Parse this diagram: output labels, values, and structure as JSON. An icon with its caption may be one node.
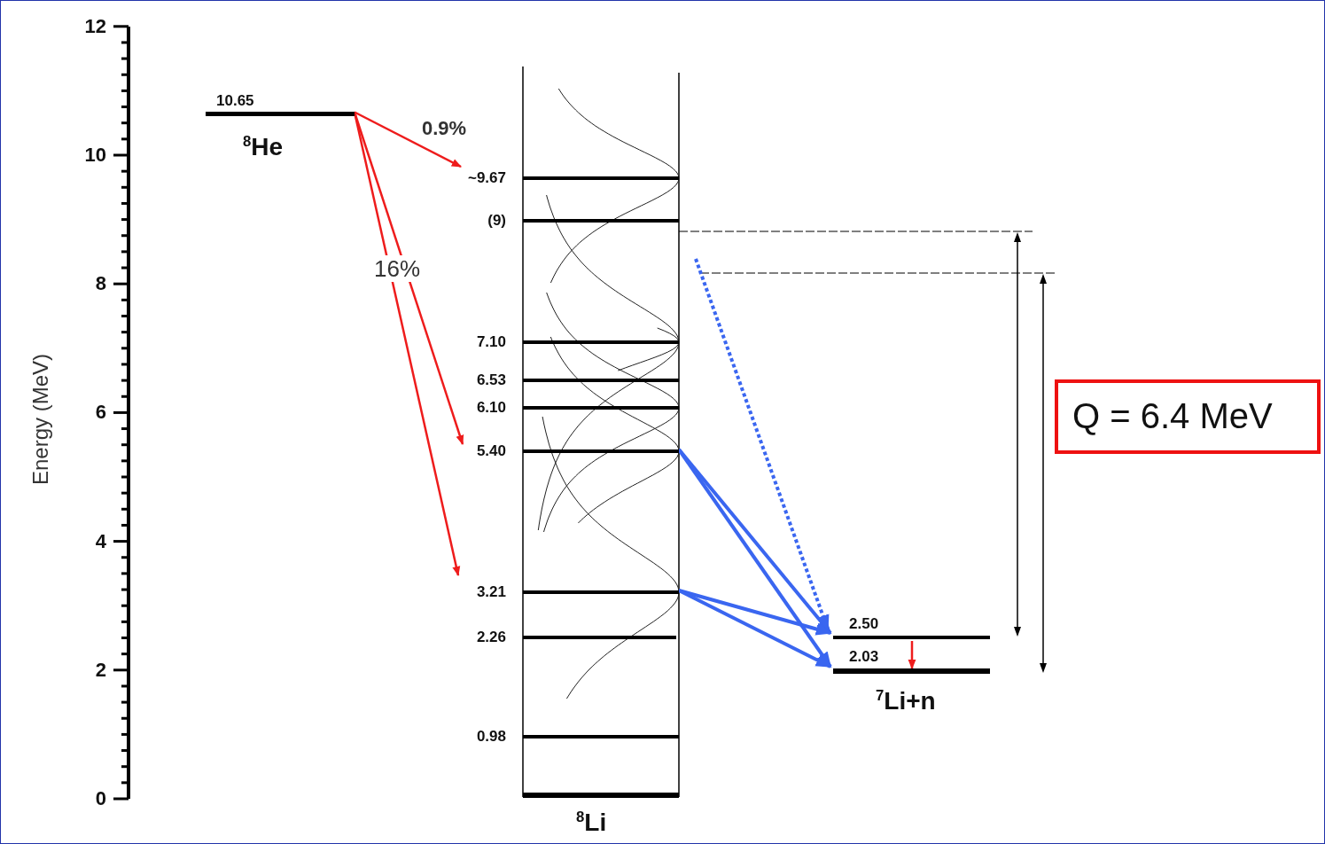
{
  "diagram": {
    "nodes": [
      {
        "text": [
          "10.65",
          "$^{8}$He"
        ]
      },
      {
        "text": [
          "~9.67"
        ]
      },
      {
        "text": [
          "(9)"
        ]
      },
      {
        "text": [
          "7.10"
        ]
      },
      {
        "text": [
          "6.53"
        ]
      },
      {
        "text": [
          "6.10"
        ]
      },
      {
        "text": [
          "5.40"
        ]
      },
      {
        "text": [
          "3.21"
        ]
      },
      {
        "text": [
          "2.26"
        ]
      },
      {
        "text": [
          "0.98"
        ]
      },
      {
        "text": [
          "$^{8}$Li"
        ]
      },
      {
        "text": [
          "2.50"
        ]
      },
      {
        "text": [
          "2.03",
          "$^{7}$Li+n"
        ]
      },
      {
        "text": [
          "Q = 6.4 MeV"
        ]
      }
    ],
    "edges": [
      {
        "from": 0,
        "to": 1,
        "arrow": "to",
        "label": "0.9%",
        "color": "#ee1c1c"
      },
      {
        "from": 0,
        "to": 6,
        "arrow": "to",
        "label": "16%",
        "color": "#ee1c1c"
      },
      {
        "from": 0,
        "to": 7,
        "arrow": "to",
        "color": "#ee1c1c"
      },
      {
        "from": 6,
        "to": 11,
        "arrow": "to"
      },
      {
        "from": 6,
        "to": 12,
        "arrow": "to"
      },
      {
        "from": 7,
        "to": 11,
        "arrow": "to"
      },
      {
        "from": 7,
        "to": 12,
        "arrow": "to"
      },
      {
        "from": null,
        "to": 11,
        "arrow": "to",
        "style": "dashed"
      },
      {
        "from": 11,
        "to": 12,
        "arrow": "to",
        "color": "#ee1c1c"
      }
    ],
    "labels": [
      "12",
      "10",
      "8",
      "6",
      "4",
      "2",
      "0",
      "Energy (MeV)"
    ]
  }
}
